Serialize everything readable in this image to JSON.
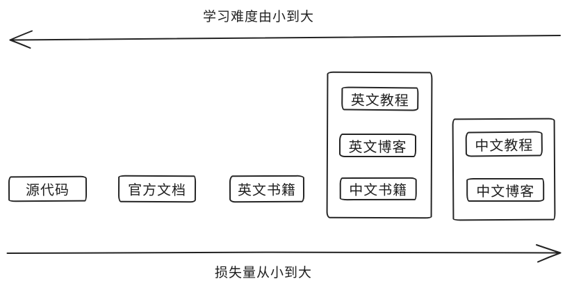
{
  "axes": {
    "difficulty": {
      "label": "学习难度由小到大",
      "direction": "left"
    },
    "loss": {
      "label": "损失量从小到大",
      "direction": "right"
    }
  },
  "boxes": [
    {
      "label": "源代码"
    },
    {
      "label": "官方文档"
    },
    {
      "label": "英文书籍"
    }
  ],
  "groups": [
    {
      "items": [
        {
          "label": "英文教程"
        },
        {
          "label": "英文博客"
        },
        {
          "label": "中文书籍"
        }
      ]
    },
    {
      "items": [
        {
          "label": "中文教程"
        },
        {
          "label": "中文博客"
        }
      ]
    }
  ],
  "colors": {
    "ink": "#222222",
    "background": "#ffffff"
  }
}
